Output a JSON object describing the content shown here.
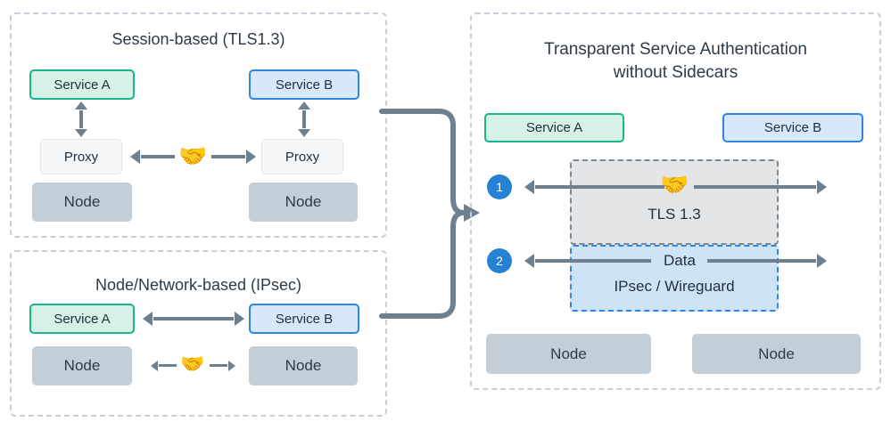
{
  "diagram": {
    "title_hidden": "",
    "colors": {
      "service_a_fill": "#d6f2e7",
      "service_a_border": "#16b58c",
      "service_b_fill": "#d6e8fa",
      "service_b_border": "#2e86e0",
      "node_fill": "#c4ced7",
      "proxy_fill": "#f5f7f9",
      "panel_border": "#c5d0da",
      "arrow": "#6e7f8e",
      "badge": "#2680d4",
      "tls_layer_fill": "#e3e5e7",
      "ipsec_layer_fill": "#cfe3f7",
      "text": "#22303c"
    },
    "panels": {
      "session_based": {
        "title": "Session-based (TLS1.3)",
        "left_service": "Service A",
        "right_service": "Service B",
        "left_proxy": "Proxy",
        "right_proxy": "Proxy",
        "left_node": "Node",
        "right_node": "Node",
        "handshake_icon": "handshake-icon"
      },
      "node_network_based": {
        "title": "Node/Network-based (IPsec)",
        "left_service": "Service A",
        "right_service": "Service B",
        "left_node": "Node",
        "right_node": "Node",
        "handshake_icon": "handshake-icon"
      },
      "transparent": {
        "title_line1": "Transparent Service Authentication",
        "title_line2": "without Sidecars",
        "left_service": "Service A",
        "right_service": "Service B",
        "left_node": "Node",
        "right_node": "Node",
        "handshake_icon": "handshake-icon",
        "steps": [
          {
            "number": "1",
            "layer_label": "TLS 1.3"
          },
          {
            "number": "2",
            "layer_label_top": "Data",
            "layer_label_bottom": "IPsec / Wireguard"
          }
        ]
      }
    },
    "connector": {
      "icon": "merge-arrow-icon",
      "direction": "right"
    }
  }
}
